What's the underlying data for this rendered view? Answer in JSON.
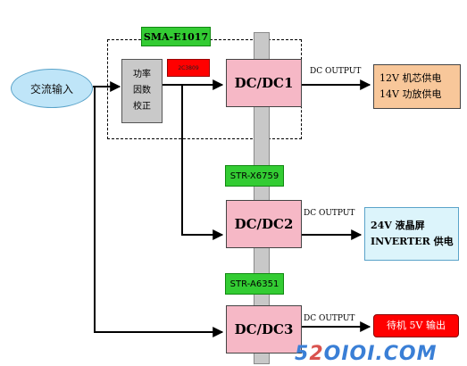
{
  "diagram": {
    "input": {
      "label": "交流输入"
    },
    "pfc_controller": {
      "label": "SMA-E1017"
    },
    "pfc": {
      "lines": [
        "功率",
        "因数",
        "校正"
      ]
    },
    "pfc_chip": {
      "label": "2C3809"
    },
    "converters": [
      {
        "label": "DC/DC1",
        "output_label": "DC OUTPUT",
        "output_lines": [
          "12V 机芯供电",
          "14V  功放供电"
        ]
      },
      {
        "label": "DC/DC2",
        "controller": "STR-X6759",
        "output_label": "DC OUTPUT",
        "output_lines": [
          "24V 液晶屏",
          "INVERTER 供电"
        ]
      },
      {
        "label": "DC/DC3",
        "controller": "STR-A6351",
        "output_label": "DC OUTPUT",
        "output_lines": [
          "待机 5V 输出"
        ]
      }
    ],
    "watermark": {
      "left": "5",
      "mid": "2",
      "right": "OIOI.COM"
    }
  },
  "colors": {
    "dcdc": "#f6b8c6",
    "input": "#bfe5f8",
    "controller": "#33cc33",
    "chip": "#ff0000",
    "out1": "#f8c79a",
    "out2": "#dcf4fb",
    "out3": "#ff0000",
    "isolation": "#c8c8c8"
  }
}
